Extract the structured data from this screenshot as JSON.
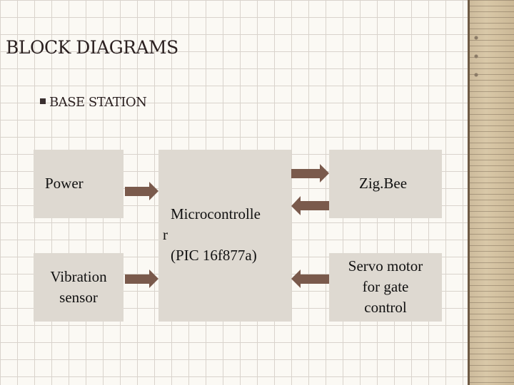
{
  "title": "BLOCK DIAGRAMS",
  "bullet": "BASE STATION",
  "blocks": {
    "power": "Power",
    "vibration": "Vibration\nsensor",
    "microcontroller": {
      "line1": "Microcontrolle",
      "line2": "r",
      "line3": "(PIC 16f877a)"
    },
    "zigbee": "Zig.Bee",
    "servo": "Servo motor\nfor gate\ncontrol"
  },
  "colors": {
    "box": "#ded9d1",
    "arrow": "#7a5a4c",
    "text": "#111111"
  }
}
